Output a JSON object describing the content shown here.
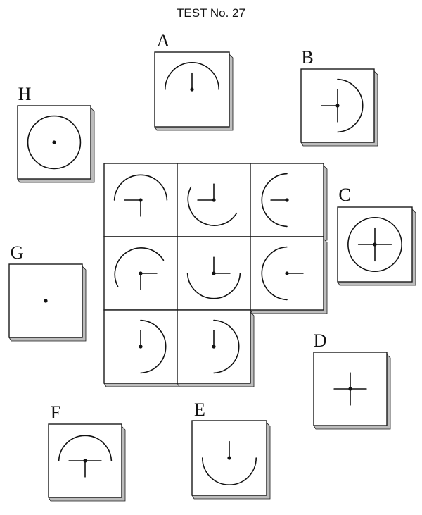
{
  "title": "TEST No. 27",
  "options": [
    {
      "letter": "A",
      "symbol": {
        "arc": "top",
        "lines": [
          "up"
        ]
      }
    },
    {
      "letter": "B",
      "symbol": {
        "arc": "right",
        "lines": [
          "left",
          "up",
          "down"
        ]
      }
    },
    {
      "letter": "C",
      "symbol": {
        "arc": "full",
        "lines": [
          "up",
          "down",
          "left",
          "right"
        ]
      }
    },
    {
      "letter": "D",
      "symbol": {
        "arc": "none",
        "lines": [
          "up",
          "down",
          "left",
          "right"
        ]
      }
    },
    {
      "letter": "E",
      "symbol": {
        "arc": "bottom",
        "lines": [
          "up"
        ]
      }
    },
    {
      "letter": "F",
      "symbol": {
        "arc": "top",
        "lines": [
          "left",
          "right",
          "down"
        ]
      }
    },
    {
      "letter": "G",
      "symbol": {
        "arc": "none",
        "lines": []
      }
    },
    {
      "letter": "H",
      "symbol": {
        "arc": "full",
        "lines": []
      }
    }
  ],
  "grid": [
    {
      "symbol": {
        "arc": "top",
        "lines": [
          "left",
          "down"
        ]
      }
    },
    {
      "symbol": {
        "arc": "left-bottom",
        "lines": [
          "left",
          "up"
        ]
      }
    },
    {
      "symbol": {
        "arc": "left",
        "lines": [
          "left"
        ]
      }
    },
    {
      "symbol": {
        "arc": "left-top",
        "lines": [
          "right",
          "down"
        ]
      }
    },
    {
      "symbol": {
        "arc": "bottom",
        "lines": [
          "up",
          "right"
        ]
      }
    },
    {
      "symbol": {
        "arc": "left",
        "lines": [
          "right"
        ]
      }
    },
    {
      "symbol": {
        "arc": "right",
        "lines": [
          "up"
        ]
      }
    },
    {
      "symbol": {
        "arc": "right",
        "lines": [
          "up"
        ]
      }
    }
  ]
}
